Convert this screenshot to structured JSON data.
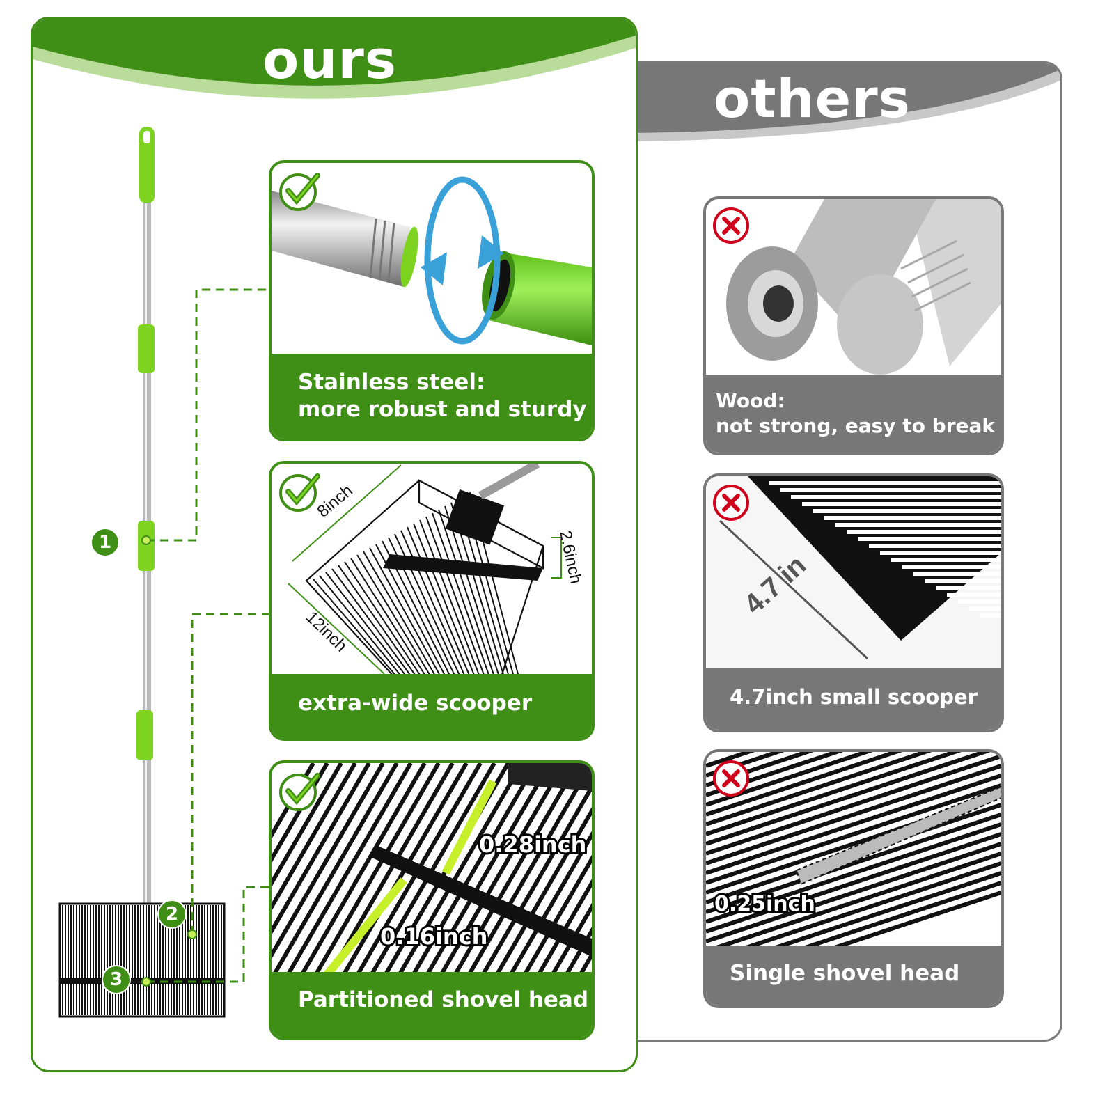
{
  "ours": {
    "title": "ours",
    "cards": [
      {
        "caption": [
          "Stainless steel:",
          "more robust and sturdy"
        ]
      },
      {
        "caption": [
          "extra-wide scooper"
        ],
        "dims": [
          "8inch",
          "2.6inch",
          "12inch"
        ]
      },
      {
        "caption": [
          "Partitioned shovel head"
        ],
        "dims": [
          "0.28inch",
          "0.16inch"
        ]
      }
    ],
    "callouts": [
      "1",
      "2",
      "3"
    ]
  },
  "others": {
    "title": "others",
    "cards": [
      {
        "caption": [
          "Wood:",
          "not strong, easy to break"
        ]
      },
      {
        "caption": [
          "4.7inch small scooper"
        ],
        "dims": [
          "4.7 in"
        ]
      },
      {
        "caption": [
          "Single shovel head"
        ],
        "dims": [
          "0.25inch"
        ]
      }
    ]
  },
  "colors": {
    "green": "#3f8f17",
    "lime": "#7ed321",
    "grey": "#777777",
    "cross": "#d0021b",
    "arrow": "#3aa0d8"
  }
}
